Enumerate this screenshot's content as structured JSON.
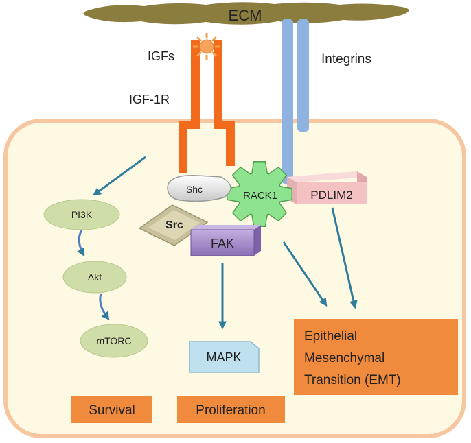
{
  "labels": {
    "ecm": "ECM",
    "igfs": "IGFs",
    "integrins": "Integrins",
    "igf1r": "IGF-1R",
    "shc": "Shc",
    "rack1": "RACK1",
    "pdlim2": "PDLIM2",
    "src": "Src",
    "fak": "FAK",
    "pi3k": "PI3K",
    "akt": "Akt",
    "mtorc": "mTORC",
    "mapk": "MAPK",
    "survival": "Survival",
    "proliferation": "Proliferation",
    "emt_line1": "Epithelial",
    "emt_line2": "Mesenchymal",
    "emt_line3": "Transition (EMT)"
  },
  "colors": {
    "ecm": "#8B7D3E",
    "cell_fill": "#FEF9E3",
    "cell_border": "#F5C6A0",
    "igf1r": "#F26B1D",
    "igf_sun": "#F7A35C",
    "integrin": "#8FB3E0",
    "shc": "#E2E2E2",
    "rack1": "#8EE38E",
    "pdlim2": "#F4C2C2",
    "src": "#D6D0A8",
    "fak": "#A78BC7",
    "pathway_oval": "#CFDDA8",
    "mapk": "#BFE0EF",
    "outcome_box": "#F08A3C",
    "arrow": "#2F7C9C"
  }
}
